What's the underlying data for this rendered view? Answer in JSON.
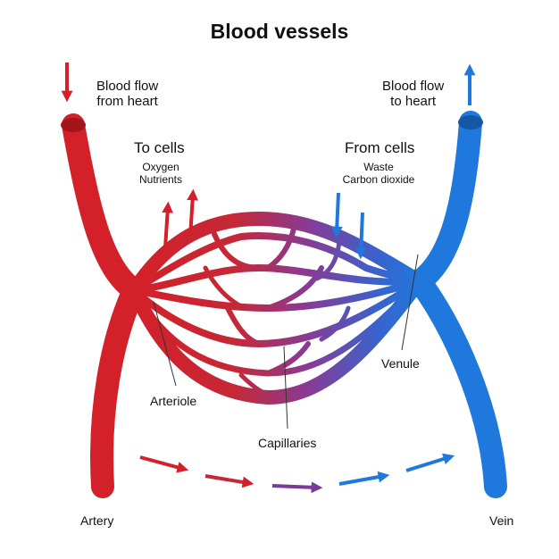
{
  "title": "Blood vessels",
  "flow_in": [
    "Blood flow",
    "from heart"
  ],
  "flow_out": [
    "Blood flow",
    "to heart"
  ],
  "to_cells": {
    "heading": "To cells",
    "items": [
      "Oxygen",
      "Nutrients"
    ]
  },
  "from_cells": {
    "heading": "From cells",
    "items": [
      "Waste",
      "Carbon dioxide"
    ]
  },
  "parts": {
    "arteriole": "Arteriole",
    "capillaries": "Capillaries",
    "venule": "Venule",
    "artery": "Artery",
    "vein": "Vein"
  },
  "colors": {
    "artery": "#d42028",
    "artery_dark": "#a3151b",
    "vein": "#1f78dc",
    "vein_dark": "#1556a6",
    "mixed": "#7a3a98",
    "leader": "#333333"
  }
}
